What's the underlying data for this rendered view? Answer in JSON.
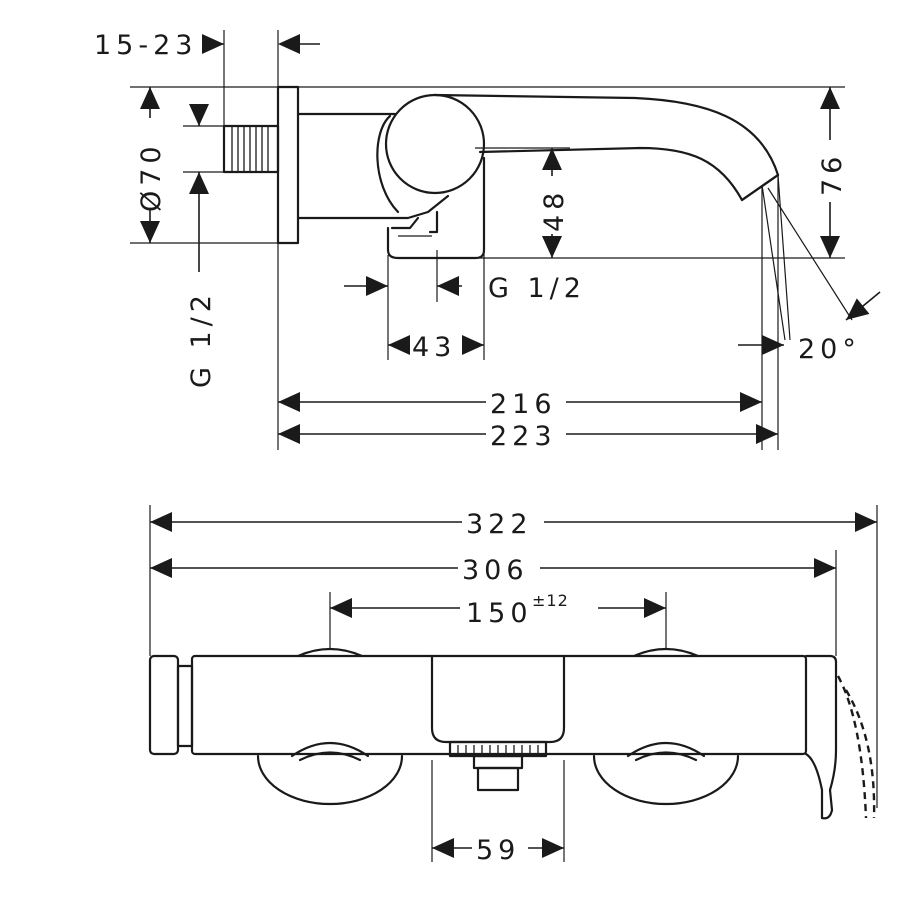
{
  "side_view": {
    "dim_wall_gap": "15-23",
    "dim_rosette_diameter": "Ø70",
    "dim_height_total": "76",
    "dim_height_outlet": "48",
    "dim_inlet_thread_side": "G 1/2",
    "dim_outlet_thread": "G 1/2",
    "dim_outlet_width": "43",
    "dim_spout_angle": "20°",
    "dim_reach_inner": "216",
    "dim_reach_outer": "223"
  },
  "front_view": {
    "dim_total_width": "322",
    "dim_body_width": "306",
    "dim_center_distance": "150",
    "dim_center_tolerance": "±12",
    "dim_outlet_width": "59"
  }
}
